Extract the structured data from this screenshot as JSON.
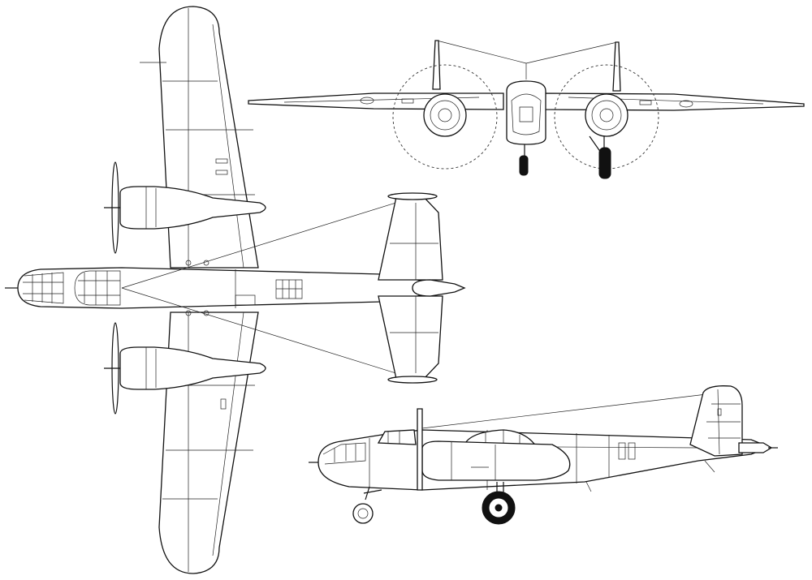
{
  "drawing": {
    "views": [
      "plan",
      "front",
      "side"
    ],
    "palette": {
      "line": "#111111",
      "background": "#ffffff"
    }
  }
}
